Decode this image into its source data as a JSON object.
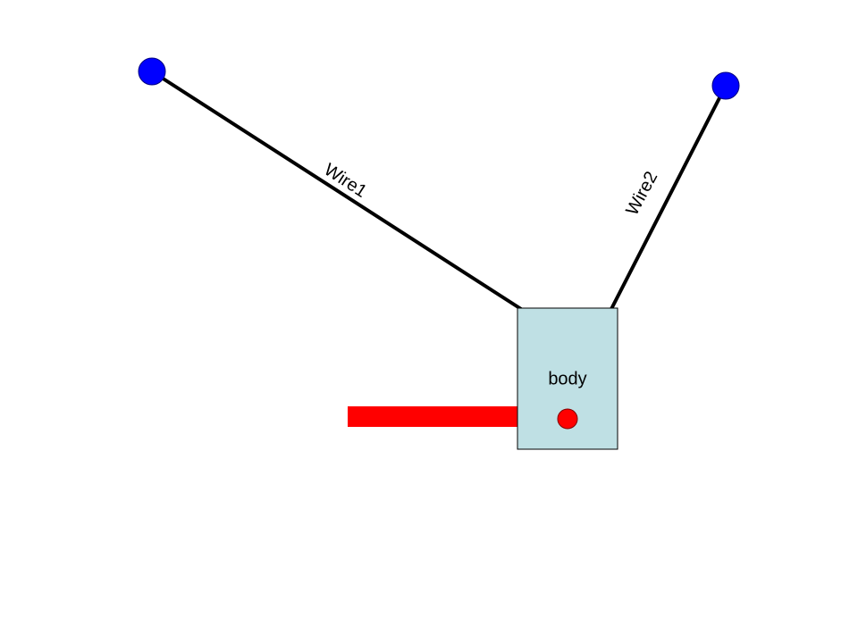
{
  "diagram": {
    "labels": {
      "wire1": "Wire1",
      "wire2": "Wire2",
      "body": "body"
    },
    "colors": {
      "background": "#ffffff",
      "wire": "#000000",
      "anchor_fill": "#0000ff",
      "anchor_stroke": "#000080",
      "body_fill": "#bfe0e4",
      "body_stroke": "#000000",
      "force_bar": "#ff0000",
      "point_fill": "#ff0000",
      "point_stroke": "#800000"
    }
  }
}
